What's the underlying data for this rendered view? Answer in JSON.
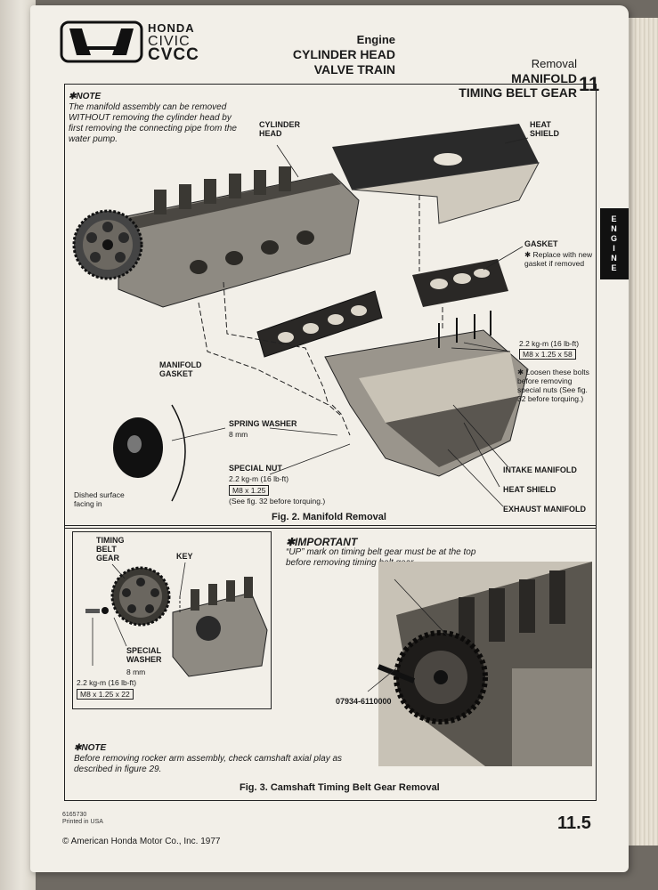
{
  "brand": {
    "line1": "HONDA",
    "line2": "CIVIC",
    "line3": "CVCC"
  },
  "header": {
    "center_line1": "Engine",
    "center_line2": "CYLINDER HEAD",
    "center_line3": "VALVE TRAIN",
    "right_line1": "Removal",
    "right_line2": "MANIFOLD",
    "right_line3": "TIMING BELT GEAR",
    "section_number": "11"
  },
  "side_tab": {
    "letters": [
      "E",
      "N",
      "G",
      "I",
      "N",
      "E"
    ]
  },
  "fig2": {
    "note_title": "✱NOTE",
    "note_text": "The manifold assembly can be removed WITHOUT removing the cylinder head by first removing the connecting pipe from the water pump.",
    "labels": {
      "cylinder_head": "CYLINDER HEAD",
      "heat_shield_top": "HEAT SHIELD",
      "gasket": "GASKET",
      "gasket_note": "✱ Replace with new gasket if removed",
      "torque_58": "2.2 kg-m (16 lb-ft)",
      "bolt_58": "M8 x 1.25 x 58",
      "loosen_note": "✱ Loosen these bolts before removing special nuts (See fig. 32 before torquing.)",
      "manifold_gasket": "MANIFOLD GASKET",
      "spring_washer": "SPRING WASHER",
      "spring_washer_size": "8 mm",
      "special_nut": "SPECIAL NUT",
      "special_nut_torque": "2.2 kg-m (16 lb-ft)",
      "special_nut_thread": "M8 x 1.25",
      "special_nut_note": "(See fig. 32 before torquing.)",
      "dished_surface": "Dished surface facing in",
      "intake_manifold": "INTAKE MANIFOLD",
      "heat_shield_bottom": "HEAT SHIELD",
      "exhaust_manifold": "EXHAUST MANIFOLD"
    },
    "caption": "Fig. 2. Manifold Removal"
  },
  "fig3": {
    "labels": {
      "timing_belt_gear": "TIMING BELT GEAR",
      "key": "KEY",
      "special_washer": "SPECIAL WASHER",
      "special_washer_size": "8 mm",
      "torque_22": "2.2 kg-m (16 lb-ft)",
      "bolt_22": "M8 x 1.25 x 22",
      "tool_number": "07934-6110000"
    },
    "important_title": "✱IMPORTANT",
    "important_text": "“UP” mark on timing belt gear must be at the top before removing timing belt gear.",
    "note_title": "✱NOTE",
    "note_text": "Before removing rocker arm assembly, check camshaft axial play as described in figure 29.",
    "caption": "Fig. 3.  Camshaft Timing Belt Gear Removal"
  },
  "footer": {
    "code": "6165730",
    "printed": "Printed in USA",
    "copyright": "© American Honda Motor Co., Inc. 1977",
    "page_number": "11.5"
  },
  "colors": {
    "paper": "#f2efe8",
    "ink": "#1a1a1a",
    "tab": "#111111"
  }
}
